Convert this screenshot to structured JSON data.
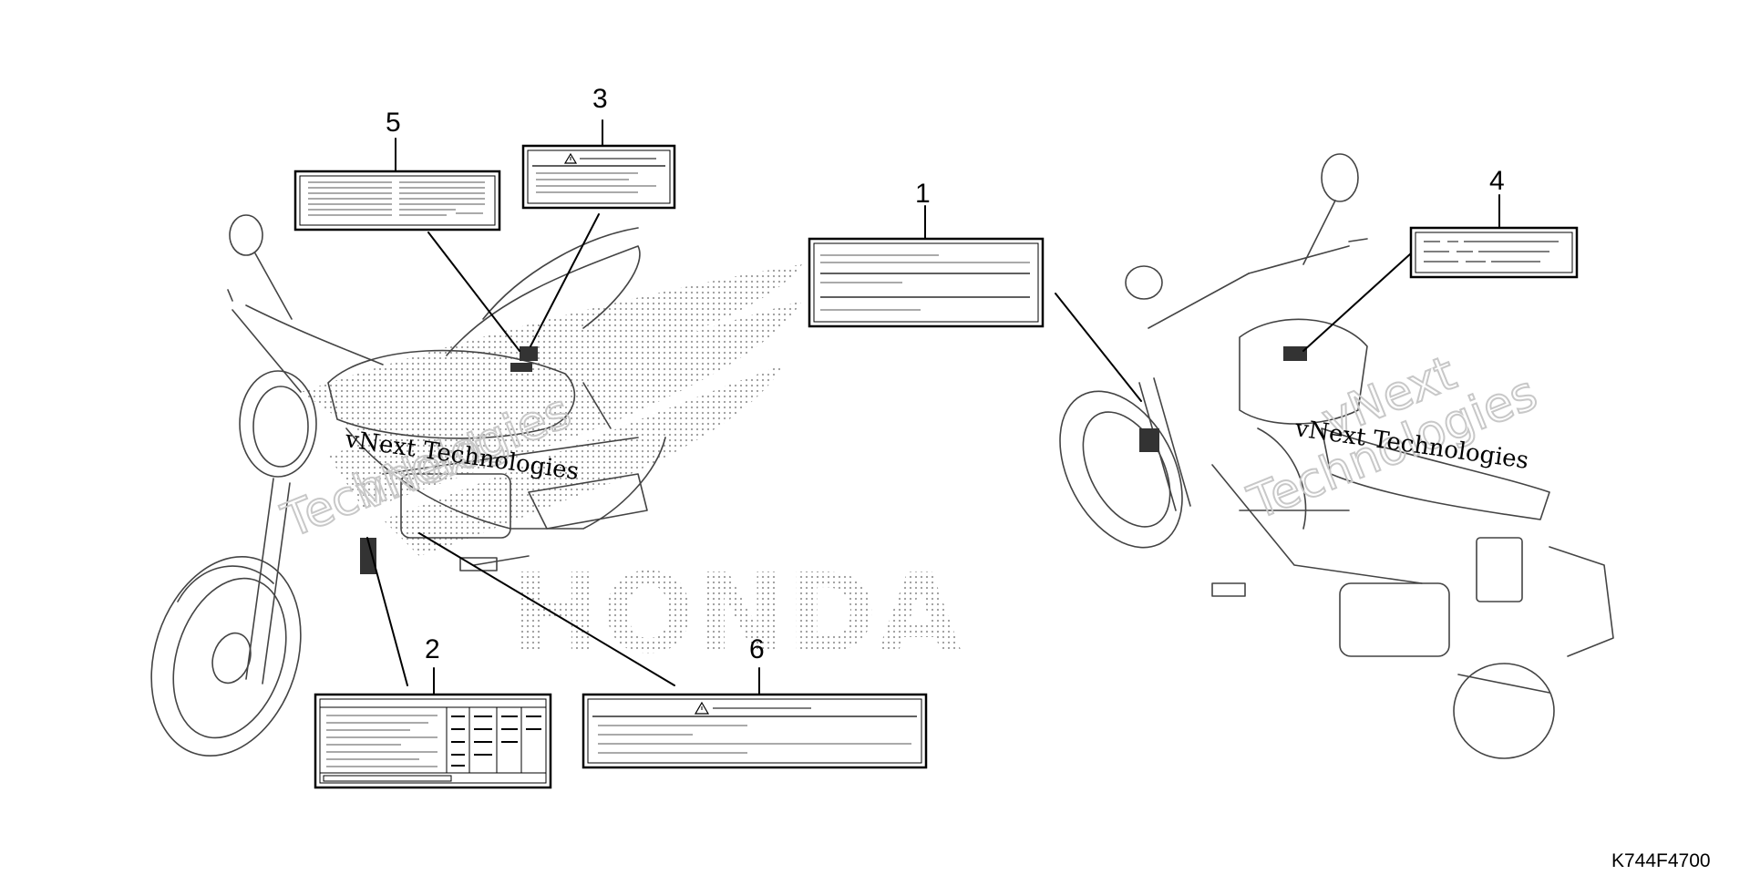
{
  "callouts": [
    {
      "id": "1",
      "label": "1"
    },
    {
      "id": "2",
      "label": "2"
    },
    {
      "id": "3",
      "label": "3"
    },
    {
      "id": "4",
      "label": "4"
    },
    {
      "id": "5",
      "label": "5"
    },
    {
      "id": "6",
      "label": "6"
    }
  ],
  "brand_background": "HONDA",
  "watermark": {
    "line1": "vNext Technologies",
    "outline1": "vNext",
    "outline2": "Technologies"
  },
  "diagram_code": "K744F4700",
  "icons": [
    "warning-triangle-icon",
    "motorcycle-left-view",
    "motorcycle-right-view"
  ]
}
